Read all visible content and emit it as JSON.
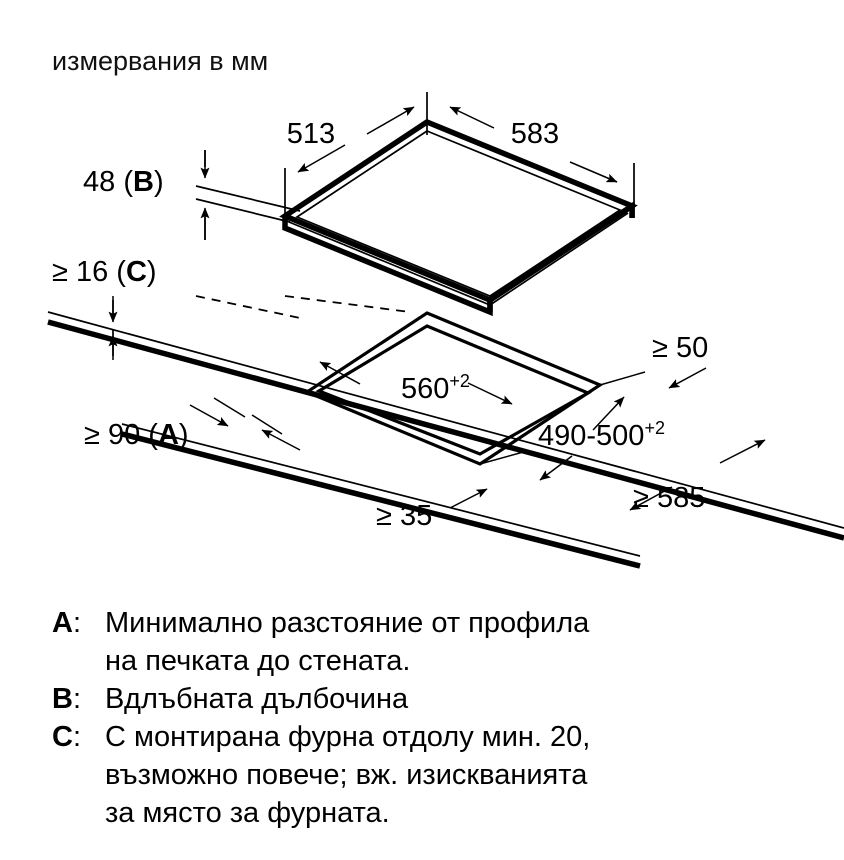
{
  "header": {
    "title": "измервания в мм"
  },
  "dimensions": {
    "hob_left": "513",
    "hob_right": "583",
    "recess_depth": "48 (B)",
    "recess_depth_value": "48",
    "recess_depth_ref": "B",
    "worktop_thickness": "≥ 16 (C)",
    "worktop_thickness_value": "≥ 16",
    "worktop_thickness_ref": "C",
    "wall_distance": "≥ 90 (A)",
    "wall_distance_value": "≥ 90",
    "wall_distance_ref": "A",
    "cutout_width": "560",
    "cutout_width_sup": "+2",
    "cutout_depth": "490-500",
    "cutout_depth_sup": "+2",
    "rear_clearance": "≥ 50",
    "front_clearance": "≥ 35",
    "worktop_depth": "≥ 585"
  },
  "legend": [
    {
      "key": "A",
      "separator": ":",
      "lines": [
        "Минимално разстояние от профила",
        "на печката до стената."
      ]
    },
    {
      "key": "B",
      "separator": ":",
      "lines": [
        "Вдлъбната дълбочина"
      ]
    },
    {
      "key": "C",
      "separator": ":",
      "lines": [
        "С монтирана фурна отдолу мин. 20,",
        "възможно повече; вж. изискванията",
        "за място за фурната."
      ]
    }
  ],
  "colors": {
    "line": "#000000",
    "background": "#ffffff",
    "text": "#000000"
  }
}
